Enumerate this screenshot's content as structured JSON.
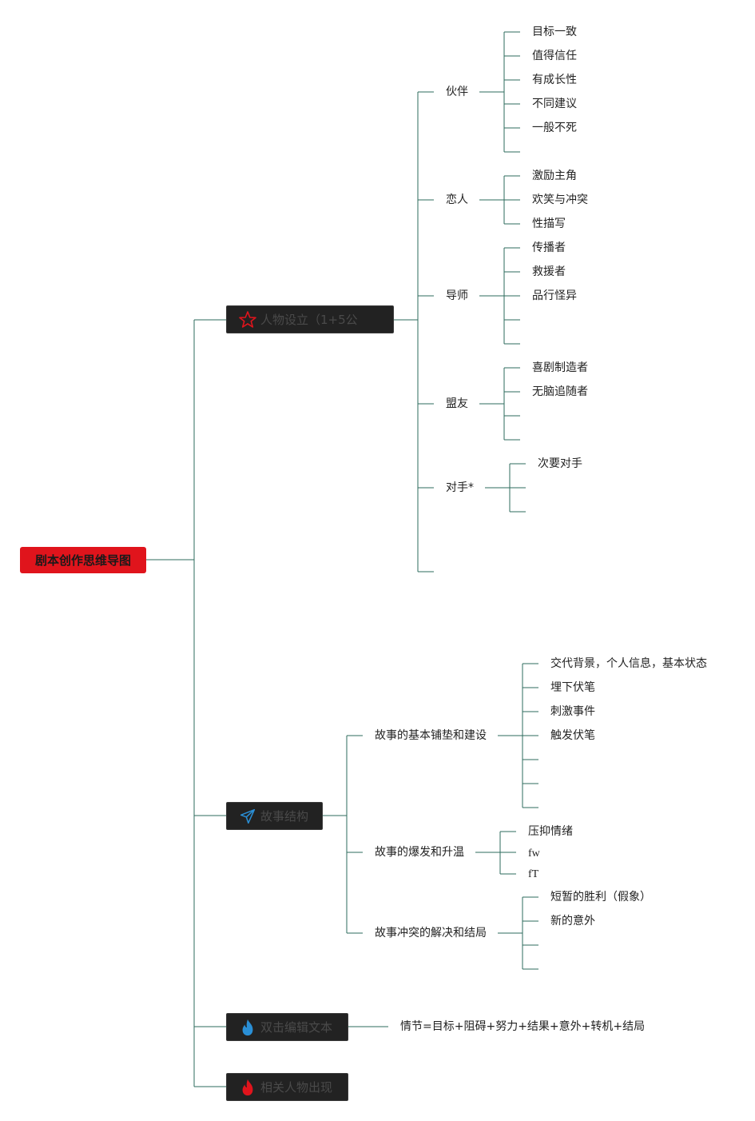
{
  "root": "剧本创作思维导图",
  "branches": {
    "characters": {
      "title": "人物设立（1+5公",
      "partner": {
        "label": "伙伴",
        "items": [
          "目标一致",
          "值得信任",
          "有成长性",
          "不同建议",
          "一般不死"
        ]
      },
      "lover": {
        "label": "恋人",
        "items": [
          "激励主角",
          "欢笑与冲突",
          "性描写"
        ]
      },
      "mentor": {
        "label": "导师",
        "items": [
          "传播者",
          "救援者",
          "品行怪异"
        ]
      },
      "ally": {
        "label": "盟友",
        "items": [
          "喜剧制造者",
          "无脑追随者"
        ]
      },
      "rival": {
        "label": "对手*",
        "items": [
          "次要对手"
        ]
      }
    },
    "structure": {
      "title": "故事结构",
      "setup": {
        "label": "故事的基本铺垫和建设",
        "items": [
          "交代背景，个人信息，基本状态",
          "埋下伏笔",
          "刺激事件",
          "触发伏笔"
        ]
      },
      "rise": {
        "label": "故事的爆发和升温",
        "items": [
          "压抑情绪",
          "fw",
          "fT"
        ]
      },
      "resolution": {
        "label": "故事冲突的解决和结局",
        "items": [
          "短暂的胜利（假象）",
          "新的意外"
        ]
      }
    },
    "edit": {
      "title": "双击编辑文本",
      "note": "情节=目标+阻碍+努力+结果+意外+转机+结局"
    },
    "related": {
      "title": "相关人物出现"
    }
  },
  "colors": {
    "root": "#e0141c",
    "node": "#222222",
    "line": "#2e6b5c",
    "star": "#e0141c",
    "plane": "#2a8fd6",
    "flame_blue": "#2a8fd6",
    "flame_red": "#e0141c"
  },
  "icons": {
    "characters": "star-icon",
    "structure": "paper-plane-icon",
    "edit": "flame-icon",
    "related": "flame-icon"
  }
}
